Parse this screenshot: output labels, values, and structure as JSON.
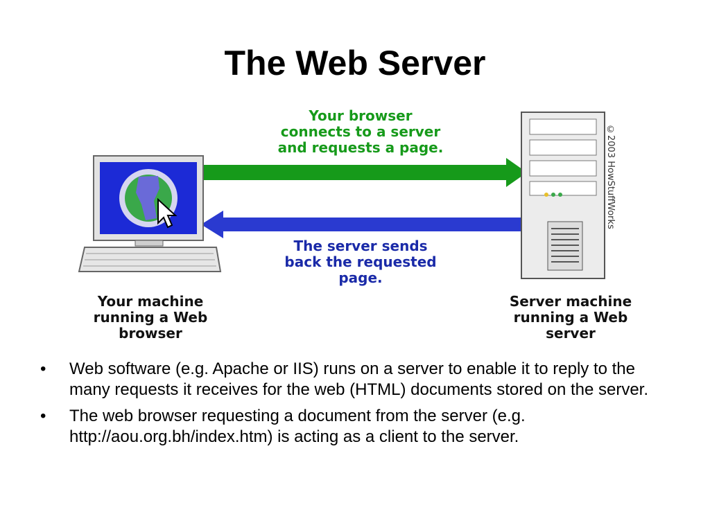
{
  "slide": {
    "title": "The Web Server"
  },
  "diagram": {
    "request_caption": [
      "Your browser",
      "connects to a server",
      "and requests a page."
    ],
    "response_caption": [
      "The server sends",
      "back the requested",
      "page."
    ],
    "client_label": [
      "Your machine",
      "running a Web",
      "browser"
    ],
    "server_label": [
      "Server machine",
      "running a Web",
      "server"
    ],
    "copyright": "©2003 HowStuffWorks",
    "colors": {
      "request_arrow": "#169a1a",
      "response_arrow": "#2a3ad0",
      "screen": "#1c2ad6"
    }
  },
  "bullets": [
    "Web software (e.g. Apache or IIS) runs on a server to enable it to reply to the many requests it receives for the web (HTML) documents stored on the server.",
    "The web browser requesting a document from the server (e.g. http://aou.org.bh/index.htm) is acting as a client to the server."
  ],
  "bullet_symbol": "•"
}
